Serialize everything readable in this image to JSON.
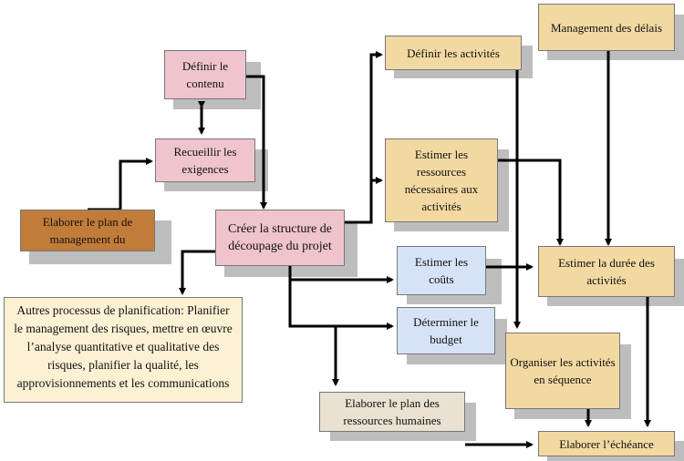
{
  "nodes": {
    "definir_contenu": "Définir le contenu",
    "recueillir_exigences": "Recueillir les exigences",
    "elaborer_plan_management": "Elaborer le plan de management du",
    "creer_structure": "Créer la structure de découpage du projet",
    "definir_activites": "Définir les activités",
    "management_delais": "Management des délais",
    "estimer_ressources": "Estimer les ressources nécessaires aux activités",
    "estimer_couts": "Estimer les coûts",
    "estimer_duree": "Estimer la durée des activités",
    "determiner_budget": "Déterminer le budget",
    "organiser_activites": "Organiser les activités en séquence",
    "elaborer_plan_rh": "Elaborer le plan des ressources humaines",
    "elaborer_echeance": "Elaborer l’échéance",
    "autres_processus": "Autres processus de planification: Planifier le management des risques, mettre en œuvre l’analyse quantitative et qualitative des risques, planifier la qualité, les approvisionnements et les communications"
  }
}
